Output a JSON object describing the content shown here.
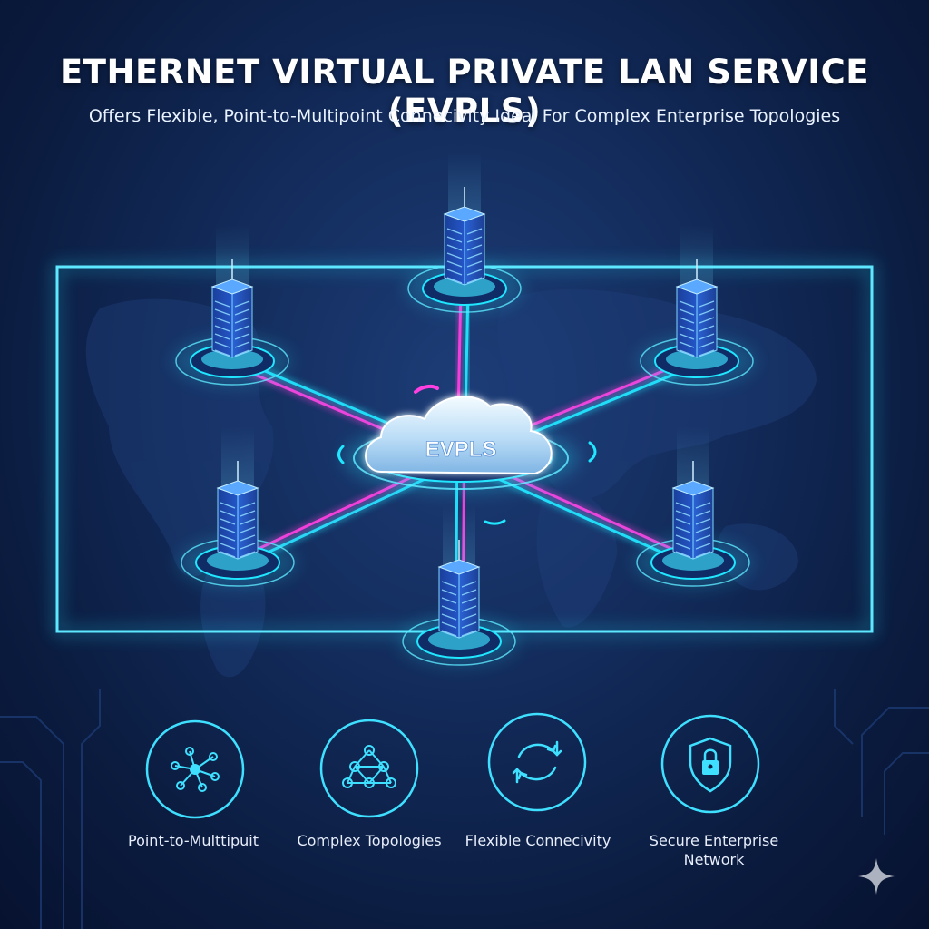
{
  "header": {
    "title": "ETHERNET VIRTUAL PRIVATE LAN SERVICE (EVPLS)",
    "subtitle": "Offers Flexible, Point-to-Multipoint Connecivity Ideal For Complex Enterprise Topologies"
  },
  "diagram": {
    "hub_label": "EVPLS",
    "nodes": [
      {
        "id": "top",
        "icon": "server-tower-icon"
      },
      {
        "id": "upper-left",
        "icon": "server-tower-icon"
      },
      {
        "id": "upper-right",
        "icon": "server-tower-icon"
      },
      {
        "id": "lower-left",
        "icon": "server-tower-icon"
      },
      {
        "id": "lower-right",
        "icon": "server-tower-icon"
      },
      {
        "id": "bottom",
        "icon": "server-tower-icon"
      }
    ],
    "links": [
      {
        "from": "hub",
        "to": "top",
        "colors": [
          "#ff3fe0",
          "#21e6ff"
        ]
      },
      {
        "from": "hub",
        "to": "upper-left",
        "colors": [
          "#ff3fe0",
          "#21e6ff"
        ]
      },
      {
        "from": "hub",
        "to": "upper-right",
        "colors": [
          "#ff3fe0",
          "#21e6ff"
        ]
      },
      {
        "from": "hub",
        "to": "lower-left",
        "colors": [
          "#21e6ff",
          "#ff3fe0"
        ]
      },
      {
        "from": "hub",
        "to": "lower-right",
        "colors": [
          "#ff3fe0",
          "#21e6ff"
        ]
      },
      {
        "from": "hub",
        "to": "bottom",
        "colors": [
          "#ff3fe0",
          "#21e6ff"
        ]
      }
    ]
  },
  "features": [
    {
      "label": "Point-to-Multtipuit",
      "icon": "hub-and-spoke-icon"
    },
    {
      "label": "Complex Topologies",
      "icon": "mesh-network-icon"
    },
    {
      "label": "Flexible Connecivity",
      "icon": "sync-arrows-icon"
    },
    {
      "label": "Secure Enterprise Network",
      "icon": "shield-lock-icon"
    }
  ],
  "colors": {
    "accent_cyan": "#21e6ff",
    "accent_magenta": "#ff3fe0",
    "background": "#0f2452",
    "server_blue": "#2456c8"
  }
}
